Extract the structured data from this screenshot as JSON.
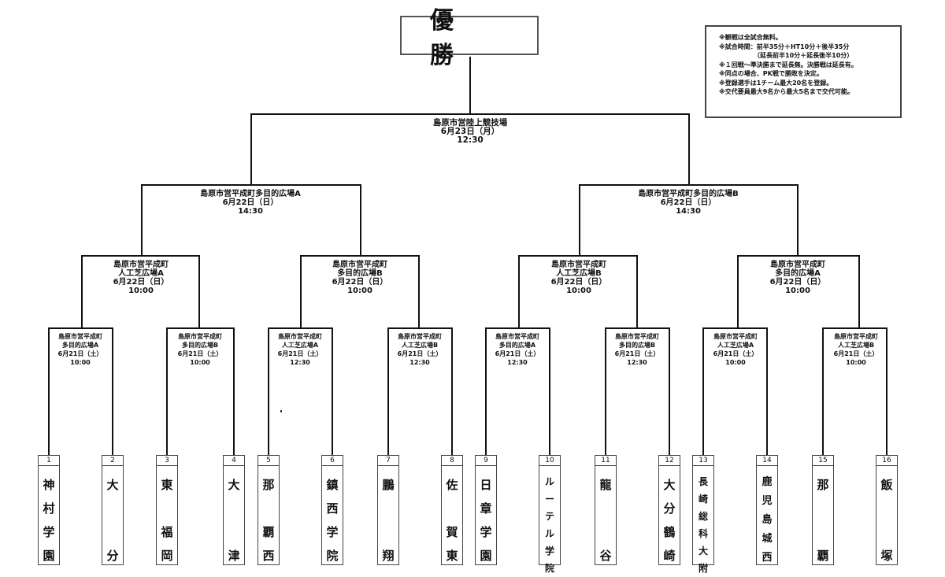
{
  "champion_label": "優　勝",
  "notes": [
    "※観戦は全試合無料。",
    "※試合時間：前半35分＋HT10分＋後半35分",
    "（延長前半10分＋延長後半10分）",
    "※１回戦～準決勝まで延長無。決勝戦は延長有。",
    "※同点の場合、PK戦で勝敗を決定。",
    "※登録選手は1チーム最大20名を登録。",
    "※交代要員最大9名から最大5名まで交代可能。"
  ],
  "final": {
    "venue": "島原市営陸上競技場",
    "date": "6月23日（月）",
    "time": "12:30"
  },
  "semifinals": [
    {
      "venue": "島原市営平成町多目的広場A",
      "date": "6月22日（日）",
      "time": "14:30"
    },
    {
      "venue": "島原市営平成町多目的広場B",
      "date": "6月22日（日）",
      "time": "14:30"
    }
  ],
  "quarterfinals": [
    {
      "venue1": "島原市営平成町",
      "venue2": "人工芝広場A",
      "date": "6月22日（日）",
      "time": "10:00"
    },
    {
      "venue1": "島原市営平成町",
      "venue2": "多目的広場B",
      "date": "6月22日（日）",
      "time": "10:00"
    },
    {
      "venue1": "島原市営平成町",
      "venue2": "人工芝広場B",
      "date": "6月22日（日）",
      "time": "10:00"
    },
    {
      "venue1": "島原市営平成町",
      "venue2": "多目的広場A",
      "date": "6月22日（日）",
      "time": "10:00"
    }
  ],
  "round1": [
    {
      "venue1": "島原市営平成町",
      "venue2": "多目的広場A",
      "date": "6月21日（土）",
      "time": "10:00"
    },
    {
      "venue1": "島原市営平成町",
      "venue2": "多目的広場B",
      "date": "6月21日（土）",
      "time": "10:00"
    },
    {
      "venue1": "島原市営平成町",
      "venue2": "人工芝広場A",
      "date": "6月21日（土）",
      "time": "12:30"
    },
    {
      "venue1": "島原市営平成町",
      "venue2": "人工芝広場B",
      "date": "6月21日（土）",
      "time": "12:30"
    },
    {
      "venue1": "島原市営平成町",
      "venue2": "多目的広場A",
      "date": "6月21日（土）",
      "time": "12:30"
    },
    {
      "venue1": "島原市営平成町",
      "venue2": "多目的広場B",
      "date": "6月21日（土）",
      "time": "12:30"
    },
    {
      "venue1": "島原市営平成町",
      "venue2": "人工芝広場A",
      "date": "6月21日（土）",
      "time": "10:00"
    },
    {
      "venue1": "島原市営平成町",
      "venue2": "人工芝広場B",
      "date": "6月21日（土）",
      "time": "10:00"
    }
  ],
  "teams": [
    {
      "num": "1",
      "chars": [
        "神",
        "村",
        "学",
        "園"
      ]
    },
    {
      "num": "2",
      "chars": [
        "大",
        "",
        "",
        "分"
      ]
    },
    {
      "num": "3",
      "chars": [
        "東",
        "",
        "福",
        "岡"
      ]
    },
    {
      "num": "4",
      "chars": [
        "大",
        "",
        "",
        "津"
      ]
    },
    {
      "num": "5",
      "chars": [
        "那",
        "",
        "覇",
        "西"
      ]
    },
    {
      "num": "6",
      "chars": [
        "鎮",
        "西",
        "学",
        "院"
      ]
    },
    {
      "num": "7",
      "chars": [
        "鵬",
        "",
        "",
        "翔"
      ]
    },
    {
      "num": "8",
      "chars": [
        "佐",
        "",
        "賀",
        "東"
      ]
    },
    {
      "num": "9",
      "chars": [
        "日",
        "章",
        "学",
        "園"
      ]
    },
    {
      "num": "10",
      "chars": [
        "ル",
        "ー",
        "テ",
        "ル",
        "学",
        "院"
      ]
    },
    {
      "num": "11",
      "chars": [
        "龍",
        "",
        "",
        "谷"
      ]
    },
    {
      "num": "12",
      "chars": [
        "大",
        "分",
        "鶴",
        "崎"
      ]
    },
    {
      "num": "13",
      "chars": [
        "長",
        "崎",
        "総",
        "科",
        "大",
        "附"
      ]
    },
    {
      "num": "14",
      "chars": [
        "鹿",
        "児",
        "島",
        "城",
        "西"
      ]
    },
    {
      "num": "15",
      "chars": [
        "那",
        "",
        "",
        "覇"
      ]
    },
    {
      "num": "16",
      "chars": [
        "飯",
        "",
        "",
        "塚"
      ]
    }
  ]
}
